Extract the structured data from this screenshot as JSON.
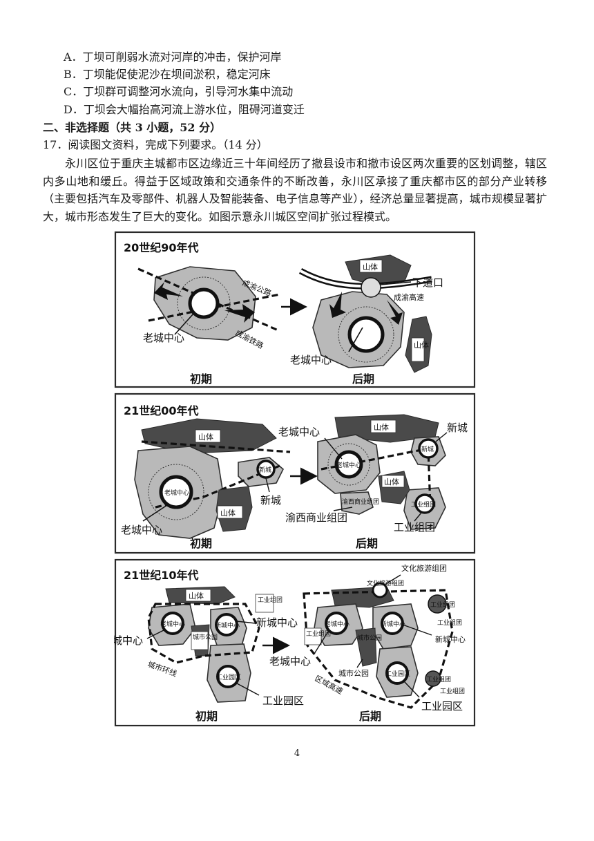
{
  "options": {
    "a": "A．丁坝可削弱水流对河岸的冲击，保护河岸",
    "b": "B．丁坝能促使泥沙在坝间淤积，稳定河床",
    "c": "C．丁坝群可调整河水流向，引导河水集中流动",
    "d": "D．丁坝会大幅抬高河流上游水位，阻碍河道变迁"
  },
  "section_title": "二、非选择题（共 3 小题，52 分）",
  "question": {
    "stem": "17．阅读图文资料，完成下列要求。（14 分）",
    "paragraph": "永川区位于重庆主城都市区边缘近三十年间经历了撤县设市和撤市设区两次重要的区划调整，辖区内多山地和缓丘。得益于区域政策和交通条件的不断改善，永川区承接了重庆都市区的部分产业转移（主要包括汽车及零部件、机器人及智能装备、电子信息等产业），经济总量显著提高，城市规模显著扩大，城市形态发生了巨大的变化。如图示意永川城区空间扩张过程模式。"
  },
  "figure": {
    "panel1": {
      "title": "20世纪90年代",
      "mountain_a": "山体",
      "mountain_b": "山体",
      "old_center_early": "老城中心",
      "old_center_late": "老城中心",
      "road": "成渝公路",
      "rail": "成渝铁路",
      "exit": "下道口",
      "highway": "成渝高速",
      "early": "初期",
      "late": "后期"
    },
    "panel2": {
      "title": "21世纪00年代",
      "mountain_a": "山体",
      "mountain_b": "山体",
      "mountain_c": "山体",
      "mountain_d": "山体",
      "old_center": "老城中心",
      "old_center_label": "老城中心",
      "old_center_inner": "老城中心",
      "new_city_inner_early": "新城",
      "new_city_label_early": "新城",
      "old_center_label_late": "老城中心",
      "old_center_inner_late": "老城中心",
      "new_city_label_late": "新城",
      "new_city_inner_late": "新城",
      "commerce_inner": "渝西商业组团",
      "commerce_label": "渝西商业组团",
      "industry_inner": "工业组团",
      "industry_label": "工业组团",
      "early": "初期",
      "late": "后期"
    },
    "panel3": {
      "title": "21世纪10年代",
      "mountain": "山体",
      "industry_group_early": "工业组团",
      "old_center_label_early": "老城中心",
      "old_center_inner_early": "老城中心",
      "new_center_inner_early": "新城中心",
      "new_center_label_early": "新城中心",
      "park_early": "城市公园",
      "ring_road": "城市环线",
      "industrial_park_inner_early": "工业园区",
      "industrial_park_label_early": "工业园区",
      "tourism_label": "文化旅游组团",
      "tourism_inner": "文化旅游组团",
      "industry_group_right_top_inner": "工业组团",
      "industry_group_right_top": "工业组团",
      "industry_group_left_late": "工业组团",
      "old_center_inner_late": "老城中心",
      "old_center_label_late": "老城中心",
      "new_center_inner_late": "新城中心",
      "new_center_label_late": "新城中心",
      "park_inner_late": "城市公园",
      "park_label_late": "城市公园",
      "expressway": "区域高速",
      "industrial_park_inner_late": "工业园区",
      "industrial_park_label_late": "工业园区",
      "industry_group_right_bottom_inner": "工业组团",
      "industry_group_right_bottom": "工业组团",
      "early": "初期",
      "late": "后期"
    }
  },
  "page_number": "4"
}
